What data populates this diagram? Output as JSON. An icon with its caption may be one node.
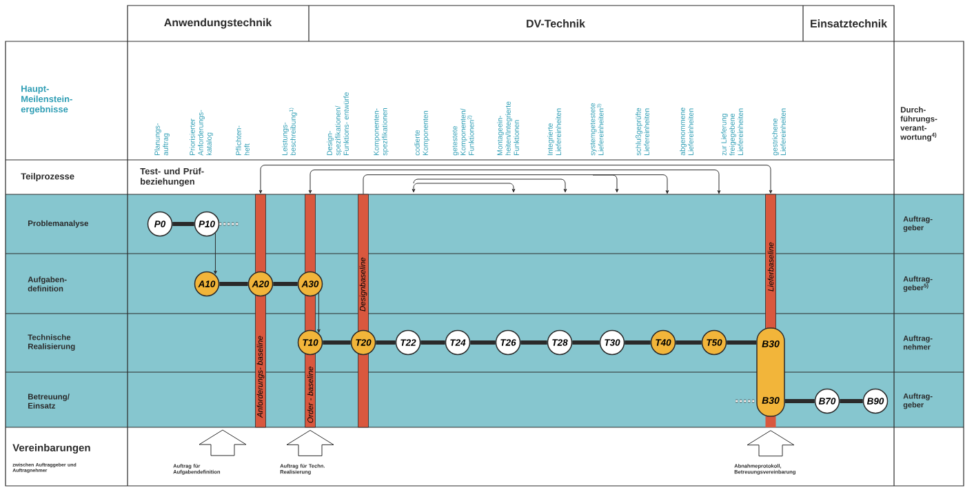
{
  "diagram": {
    "nodes": [
      {
        "text": [
          "P0"
        ]
      },
      {
        "text": [
          "P10"
        ]
      },
      {
        "text": [
          "A10"
        ]
      },
      {
        "text": [
          "A20"
        ]
      },
      {
        "text": [
          "A30"
        ]
      },
      {
        "text": [
          "T10"
        ]
      },
      {
        "text": [
          "T20"
        ]
      },
      {
        "text": [
          "T22"
        ]
      },
      {
        "text": [
          "T24"
        ]
      },
      {
        "text": [
          "T26"
        ]
      },
      {
        "text": [
          "T28"
        ]
      },
      {
        "text": [
          "T30"
        ]
      },
      {
        "text": [
          "T40"
        ]
      },
      {
        "text": [
          "T50"
        ]
      },
      {
        "text": [
          "B30",
          "B30"
        ]
      },
      {
        "text": [
          "B70"
        ]
      },
      {
        "text": [
          "B90"
        ]
      },
      {
        "text": [
          "Anforderungs- baseline"
        ]
      },
      {
        "text": [
          "Order - baseline"
        ]
      },
      {
        "text": [
          "Designbaseline"
        ]
      },
      {
        "text": [
          "Lieferbaseline"
        ]
      }
    ],
    "edges": [
      {
        "from": 0,
        "to": 1,
        "arrow": "none"
      },
      {
        "from": 1,
        "to": null,
        "arrow": "none",
        "style": "dashed"
      },
      {
        "from": 1,
        "to": 2,
        "arrow": "to"
      },
      {
        "from": 2,
        "to": 3,
        "arrow": "none"
      },
      {
        "from": 3,
        "to": 4,
        "arrow": "none"
      },
      {
        "from": 4,
        "to": 5,
        "arrow": "to"
      },
      {
        "from": 5,
        "to": 6,
        "arrow": "none"
      },
      {
        "from": 6,
        "to": 7,
        "arrow": "none"
      },
      {
        "from": 7,
        "to": 8,
        "arrow": "none"
      },
      {
        "from": 8,
        "to": 9,
        "arrow": "none"
      },
      {
        "from": 9,
        "to": 10,
        "arrow": "none"
      },
      {
        "from": 10,
        "to": 11,
        "arrow": "none"
      },
      {
        "from": 11,
        "to": 12,
        "arrow": "none"
      },
      {
        "from": 12,
        "to": 13,
        "arrow": "none"
      },
      {
        "from": 13,
        "to": 14,
        "arrow": "none"
      },
      {
        "from": null,
        "to": 14,
        "arrow": "none",
        "style": "dashed"
      },
      {
        "from": 14,
        "to": 15,
        "arrow": "none"
      },
      {
        "from": 15,
        "to": 16,
        "arrow": "none"
      },
      {
        "from": 17,
        "to": 20,
        "arrow": "both"
      },
      {
        "from": 18,
        "to": null,
        "arrow": "both"
      },
      {
        "from": 19,
        "to": null,
        "arrow": "to"
      },
      {
        "from": null,
        "to": 18,
        "arrow": "to"
      },
      {
        "from": null,
        "to": 14,
        "arrow": "to"
      }
    ],
    "labels": [
      "Anwendungstechnik",
      "DV-Technik",
      "Einsatztechnik",
      "Haupt- Meilenstein- ergebnisse",
      "Planungs- auftrag",
      "Priorisierter Anforderungs- katalog",
      "Pflichten- heft",
      "Leistungs- beschreibung$^{1)}$",
      "Design- spezifikationen/ Funktions- entwürfe",
      "Komponenten- spezifikationen",
      "codierte Komponenten",
      "getestete Komponenten/ Funktionen$^{2)}$",
      "Montageein- heiten/Integrierte Funktionen",
      "Integrierte Liefereinheiten",
      "systemgetestete Liefereinheiten$^{3)}$",
      "schlußgeprüfte Liefereinheiten",
      "abgenommene Liefereinheiten",
      "zur Lieferung freigegebene Liefereinheiten",
      "gestrichene Liefereinheiten",
      "Durch- führungs- verant- wortung$^{4)}$",
      "Teilprozesse",
      "Test- und Prüf- beziehungen",
      "Problemanalyse",
      "Auftrag- geber",
      "Aufgaben- definition",
      "Auftrag- geber$^{5)}$",
      "Technische Realisierung",
      "Auftrag- nehmer",
      "Betreuung/ Einsatz",
      "Auftrag- geber",
      "Vereinbarungen",
      "zwischen Auftraggeber und Auftragnehmer",
      "Auftrag für Aufgabendefinition",
      "Auftrag für Techn. Realisierung",
      "Abnahmeprotokoll, Betreuungsvereinbarung"
    ]
  }
}
